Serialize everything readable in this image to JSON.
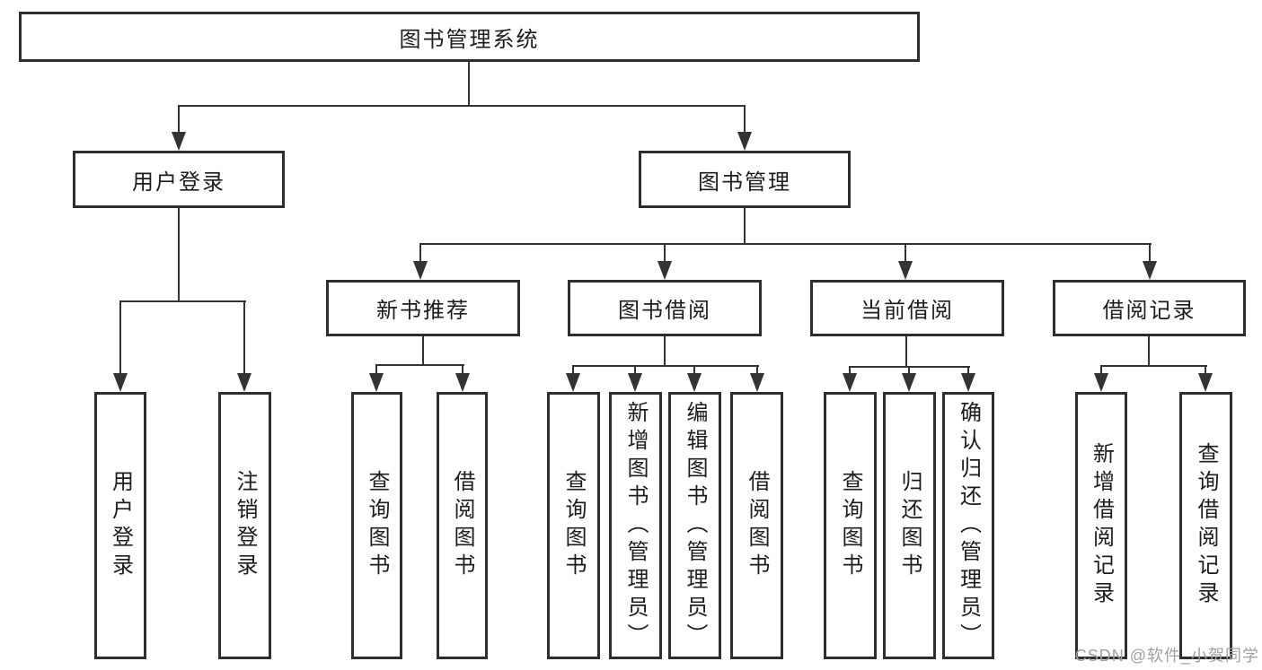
{
  "diagram": {
    "root": "图书管理系统",
    "branches": [
      {
        "label": "用户登录",
        "leaves": [
          "用户登录",
          "注销登录"
        ]
      },
      {
        "label": "图书管理",
        "sections": [
          {
            "label": "新书推荐",
            "leaves": [
              "查询图书",
              "借阅图书"
            ]
          },
          {
            "label": "图书借阅",
            "leaves": [
              "查询图书",
              "新增图书（管理员）",
              "编辑图书（管理员）",
              "借阅图书"
            ]
          },
          {
            "label": "当前借阅",
            "leaves": [
              "查询图书",
              "归还图书",
              "确认归还（管理员）"
            ]
          },
          {
            "label": "借阅记录",
            "leaves": [
              "新增借阅记录",
              "查询借阅记录"
            ]
          }
        ]
      }
    ],
    "watermark": "CSDN @软件_小贺同学"
  },
  "colors": {
    "line": "#333333",
    "box_border": "#2e2e2e",
    "text": "#1c1c1c",
    "background": "#ffffff",
    "watermark": "#a0a0a0"
  }
}
